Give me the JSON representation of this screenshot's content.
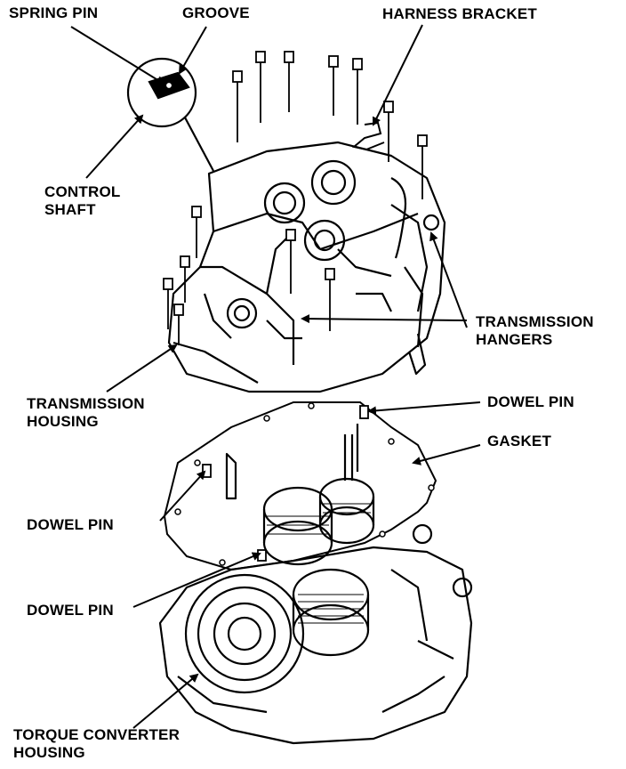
{
  "colors": {
    "ink": "#000000",
    "paper": "#ffffff"
  },
  "labels": {
    "spring_pin": "SPRING PIN",
    "groove": "GROOVE",
    "harness_bracket": "HARNESS BRACKET",
    "control_shaft": "CONTROL\nSHAFT",
    "transmission_hangers": "TRANSMISSION\nHANGERS",
    "transmission_housing": "TRANSMISSION\nHOUSING",
    "dowel_pin_top": "DOWEL PIN",
    "gasket": "GASKET",
    "dowel_pin_left": "DOWEL PIN",
    "dowel_pin_lower": "DOWEL PIN",
    "torque_converter_housing": "TORQUE CONVERTER\nHOUSING"
  }
}
